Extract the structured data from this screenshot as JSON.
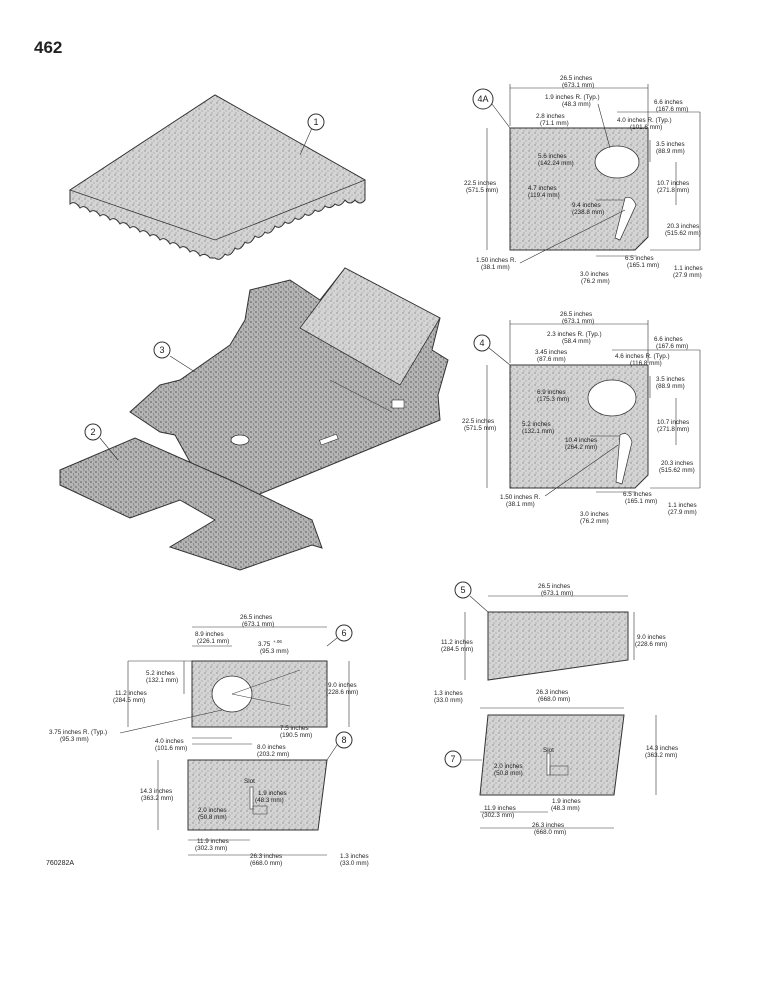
{
  "page_number": "462",
  "figure_code": "760282A",
  "callouts": {
    "c1": "1",
    "c2": "2",
    "c3": "3",
    "c4": "4",
    "c4a": "4A",
    "c5": "5",
    "c6": "6",
    "c7": "7",
    "c8": "8"
  },
  "fig4a": {
    "w_in": "26.5 inches",
    "w_mm": "(673.1 mm)",
    "r_in": "1.9 inches R. (Typ.)",
    "r_mm": "(48.3 mm)",
    "a_in": "2.8 inches",
    "a_mm": "(71.1 mm)",
    "ta_in": "6.6 inches",
    "ta_mm": "(167.6 mm)",
    "tr_in": "4.0 inches R. (Typ.)",
    "tr_mm": "(101.6 mm)",
    "h_in": "22.5 inches",
    "h_mm": "(571.5 mm)",
    "b_in": "5.6 inches",
    "b_mm": "(142.24 mm)",
    "c_in": "3.5 inches",
    "c_mm": "(88.9 mm)",
    "d_in": "4.7 inches",
    "d_mm": "(119.4 mm)",
    "e_in": "10.7 inches",
    "e_mm": "(271.8 mm)",
    "f_in": "9.4 inches",
    "f_mm": "(238.8 mm)",
    "g_in": "20.3 inches",
    "g_mm": "(515.62 mm)",
    "rr_in": "1.50 inches R.",
    "rr_mm": "(38.1 mm)",
    "s_in": "6.5 inches",
    "s_mm": "(165.1 mm)",
    "t_in": "3.0 inches",
    "t_mm": "(76.2 mm)",
    "u_in": "1.1 inches",
    "u_mm": "(27.9 mm)"
  },
  "fig4": {
    "w_in": "26.5 inches",
    "w_mm": "(673.1 mm)",
    "r_in": "2.3 inches R. (Typ.)",
    "r_mm": "(58.4 mm)",
    "ta_in": "6.6 inches",
    "ta_mm": "(167.6 mm)",
    "a_in": "3.45 inches",
    "a_mm": "(87.6 mm)",
    "tr_in": "4.6 inches R. (Typ.)",
    "tr_mm": "(116.8 mm)",
    "b_in": "6.9 inches",
    "b_mm": "(175.3 mm)",
    "c_in": "3.5 inches",
    "c_mm": "(88.9 mm)",
    "h_in": "22.5 inches",
    "h_mm": "(571.5 mm)",
    "d_in": "5.2 inches",
    "d_mm": "(132.1 mm)",
    "e_in": "10.7 inches",
    "e_mm": "(271.8 mm)",
    "f_in": "10.4 inches",
    "f_mm": "(264.2 mm)",
    "g_in": "20.3 inches",
    "g_mm": "(515.62 mm)",
    "rr_in": "1.50 inches R.",
    "rr_mm": "(38.1 mm)",
    "s_in": "6.5 inches",
    "s_mm": "(165.1 mm)",
    "t_in": "3.0 inches",
    "t_mm": "(76.2 mm)",
    "u_in": "1.1 inches",
    "u_mm": "(27.9 mm)"
  },
  "fig5": {
    "w_in": "26.5 inches",
    "w_mm": "(673.1 mm)",
    "l_in": "11.2 inches",
    "l_mm": "(284.5 mm)",
    "r_in": "9.0 inches",
    "r_mm": "(228.6 mm)"
  },
  "fig6": {
    "w_in": "26.5 inches",
    "w_mm": "(673.1 mm)",
    "a_in": "8.9 inches",
    "a_mm": "(226.1 mm)",
    "b_in": "3.75",
    "b_tol": "+.06",
    "b_mm": "(95.3 mm)",
    "c_in": "5.2 inches",
    "c_mm": "(132.1 mm)",
    "l_in": "11.2 inches",
    "l_mm": "(284.5 mm)",
    "r_in": "9.0 inches",
    "r_mm": "(228.6 mm)",
    "d_in": "7.5 inches",
    "d_mm": "(190.5 mm)",
    "rr_in": "3.75 inches R. (Typ.)",
    "rr_mm": "(95.3 mm)",
    "e_in": "4.0 inches",
    "e_mm": "(101.6 mm)",
    "f_in": "8.0 inches",
    "f_mm": "(203.2 mm)"
  },
  "fig7": {
    "a_in": "1.3 inches",
    "a_mm": "(33.0 mm)",
    "w_in": "26.3 inches",
    "w_mm": "(668.0 mm)",
    "h_in": "14.3 inches",
    "h_mm": "(363.2 mm)",
    "slot": "Slot",
    "b_in": "2.0 inches",
    "b_mm": "(50.8 mm)",
    "c_in": "1.9 inches",
    "c_mm": "(48.3 mm)",
    "d_in": "11.9 inches",
    "d_mm": "(302.3 mm)",
    "bw_in": "26.3 inches",
    "bw_mm": "(668.0 mm)"
  },
  "fig8": {
    "h_in": "14.3 inches",
    "h_mm": "(363.2 mm)",
    "slot": "Slot",
    "c_in": "1.9 inches",
    "c_mm": "(48.3 mm)",
    "b_in": "2.0 inches",
    "b_mm": "(50.8 mm)",
    "d_in": "11.9 inches",
    "d_mm": "(302.3 mm)",
    "w_in": "26.3 inches",
    "w_mm": "(668.0 mm)",
    "a_in": "1.3 inches",
    "a_mm": "(33.0 mm)"
  },
  "colors": {
    "panel_fill": "#cfcfcf",
    "ink": "#222222",
    "texture": "#bdbdbd"
  }
}
